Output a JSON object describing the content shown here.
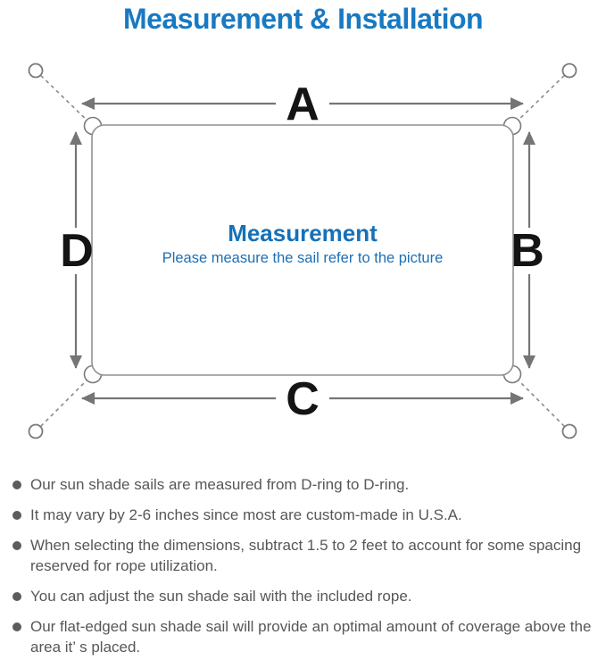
{
  "page": {
    "title": "Measurement & Installation"
  },
  "diagram": {
    "labels": {
      "top": "A",
      "right": "B",
      "bottom": "C",
      "left": "D"
    },
    "center": {
      "title": "Measurement",
      "subtitle": "Please measure the sail refer to the picture"
    },
    "colors": {
      "title_blue": "#1879c3",
      "center_blue": "#1571b8",
      "line_gray": "#757575",
      "rect_border_gray": "#909090",
      "label_black": "#141414",
      "note_gray": "#575757"
    }
  },
  "notes": {
    "items": [
      "Our sun shade sails are measured from D-ring to D-ring.",
      "It may vary by 2-6 inches since most are custom-made in U.S.A.",
      "When selecting the dimensions, subtract 1.5 to 2 feet to account for some spacing reserved for rope utilization.",
      "You can adjust the sun shade sail with the included rope.",
      "Our flat-edged sun shade sail will provide an optimal amount of coverage above the area it’ s placed."
    ]
  }
}
